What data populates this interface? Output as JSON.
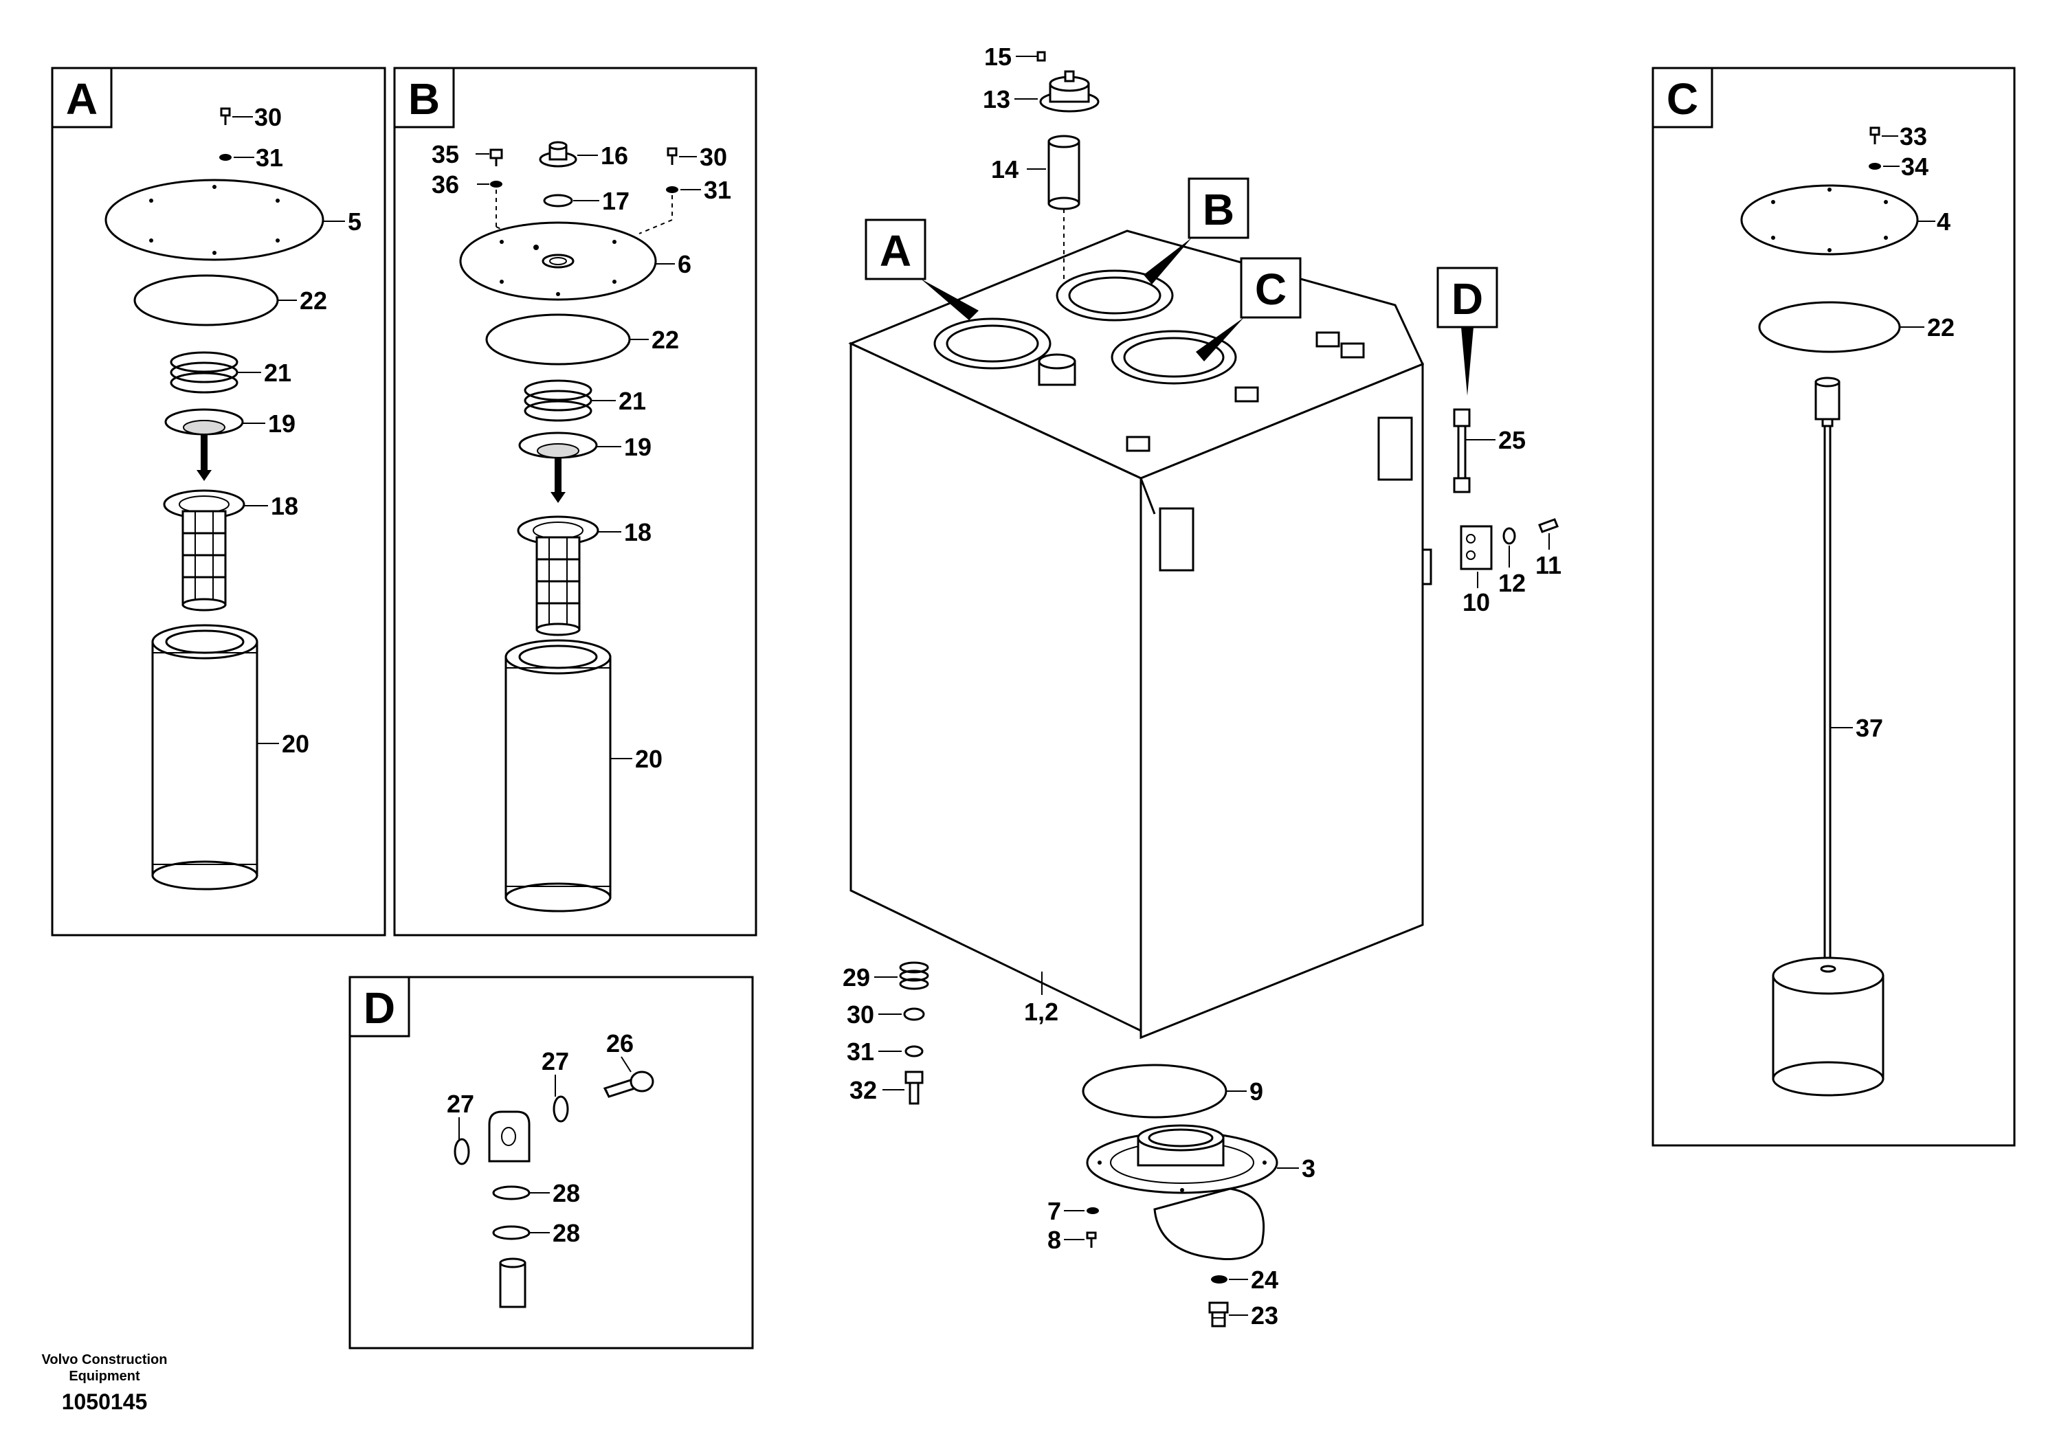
{
  "panels": {
    "A": "A",
    "B": "B",
    "C": "C",
    "D": "D"
  },
  "main_callouts": {
    "A": "A",
    "B": "B",
    "C": "C",
    "D": "D"
  },
  "parts": {
    "pA_30": "30",
    "pA_31": "31",
    "pA_5": "5",
    "pA_22": "22",
    "pA_21": "21",
    "pA_19": "19",
    "pA_18": "18",
    "pA_20": "20",
    "pB_35": "35",
    "pB_16": "16",
    "pB_30": "30",
    "pB_36": "36",
    "pB_17": "17",
    "pB_31": "31",
    "pB_6": "6",
    "pB_22": "22",
    "pB_21": "21",
    "pB_19": "19",
    "pB_18": "18",
    "pB_20": "20",
    "pC_33": "33",
    "pC_34": "34",
    "pC_4": "4",
    "pC_22": "22",
    "pC_37": "37",
    "pD_27a": "27",
    "pD_27b": "27",
    "pD_26": "26",
    "pD_28a": "28",
    "pD_28b": "28",
    "m_15": "15",
    "m_13": "13",
    "m_14": "14",
    "m_25": "25",
    "m_10": "10",
    "m_12": "12",
    "m_11": "11",
    "m_29": "29",
    "m_30": "30",
    "m_31": "31",
    "m_32": "32",
    "m_1_2": "1,2",
    "m_9": "9",
    "m_3": "3",
    "m_7": "7",
    "m_8": "8",
    "m_24": "24",
    "m_23": "23"
  },
  "footer": {
    "company_line1": "Volvo Construction",
    "company_line2": "Equipment",
    "drawing_number": "1050145"
  }
}
